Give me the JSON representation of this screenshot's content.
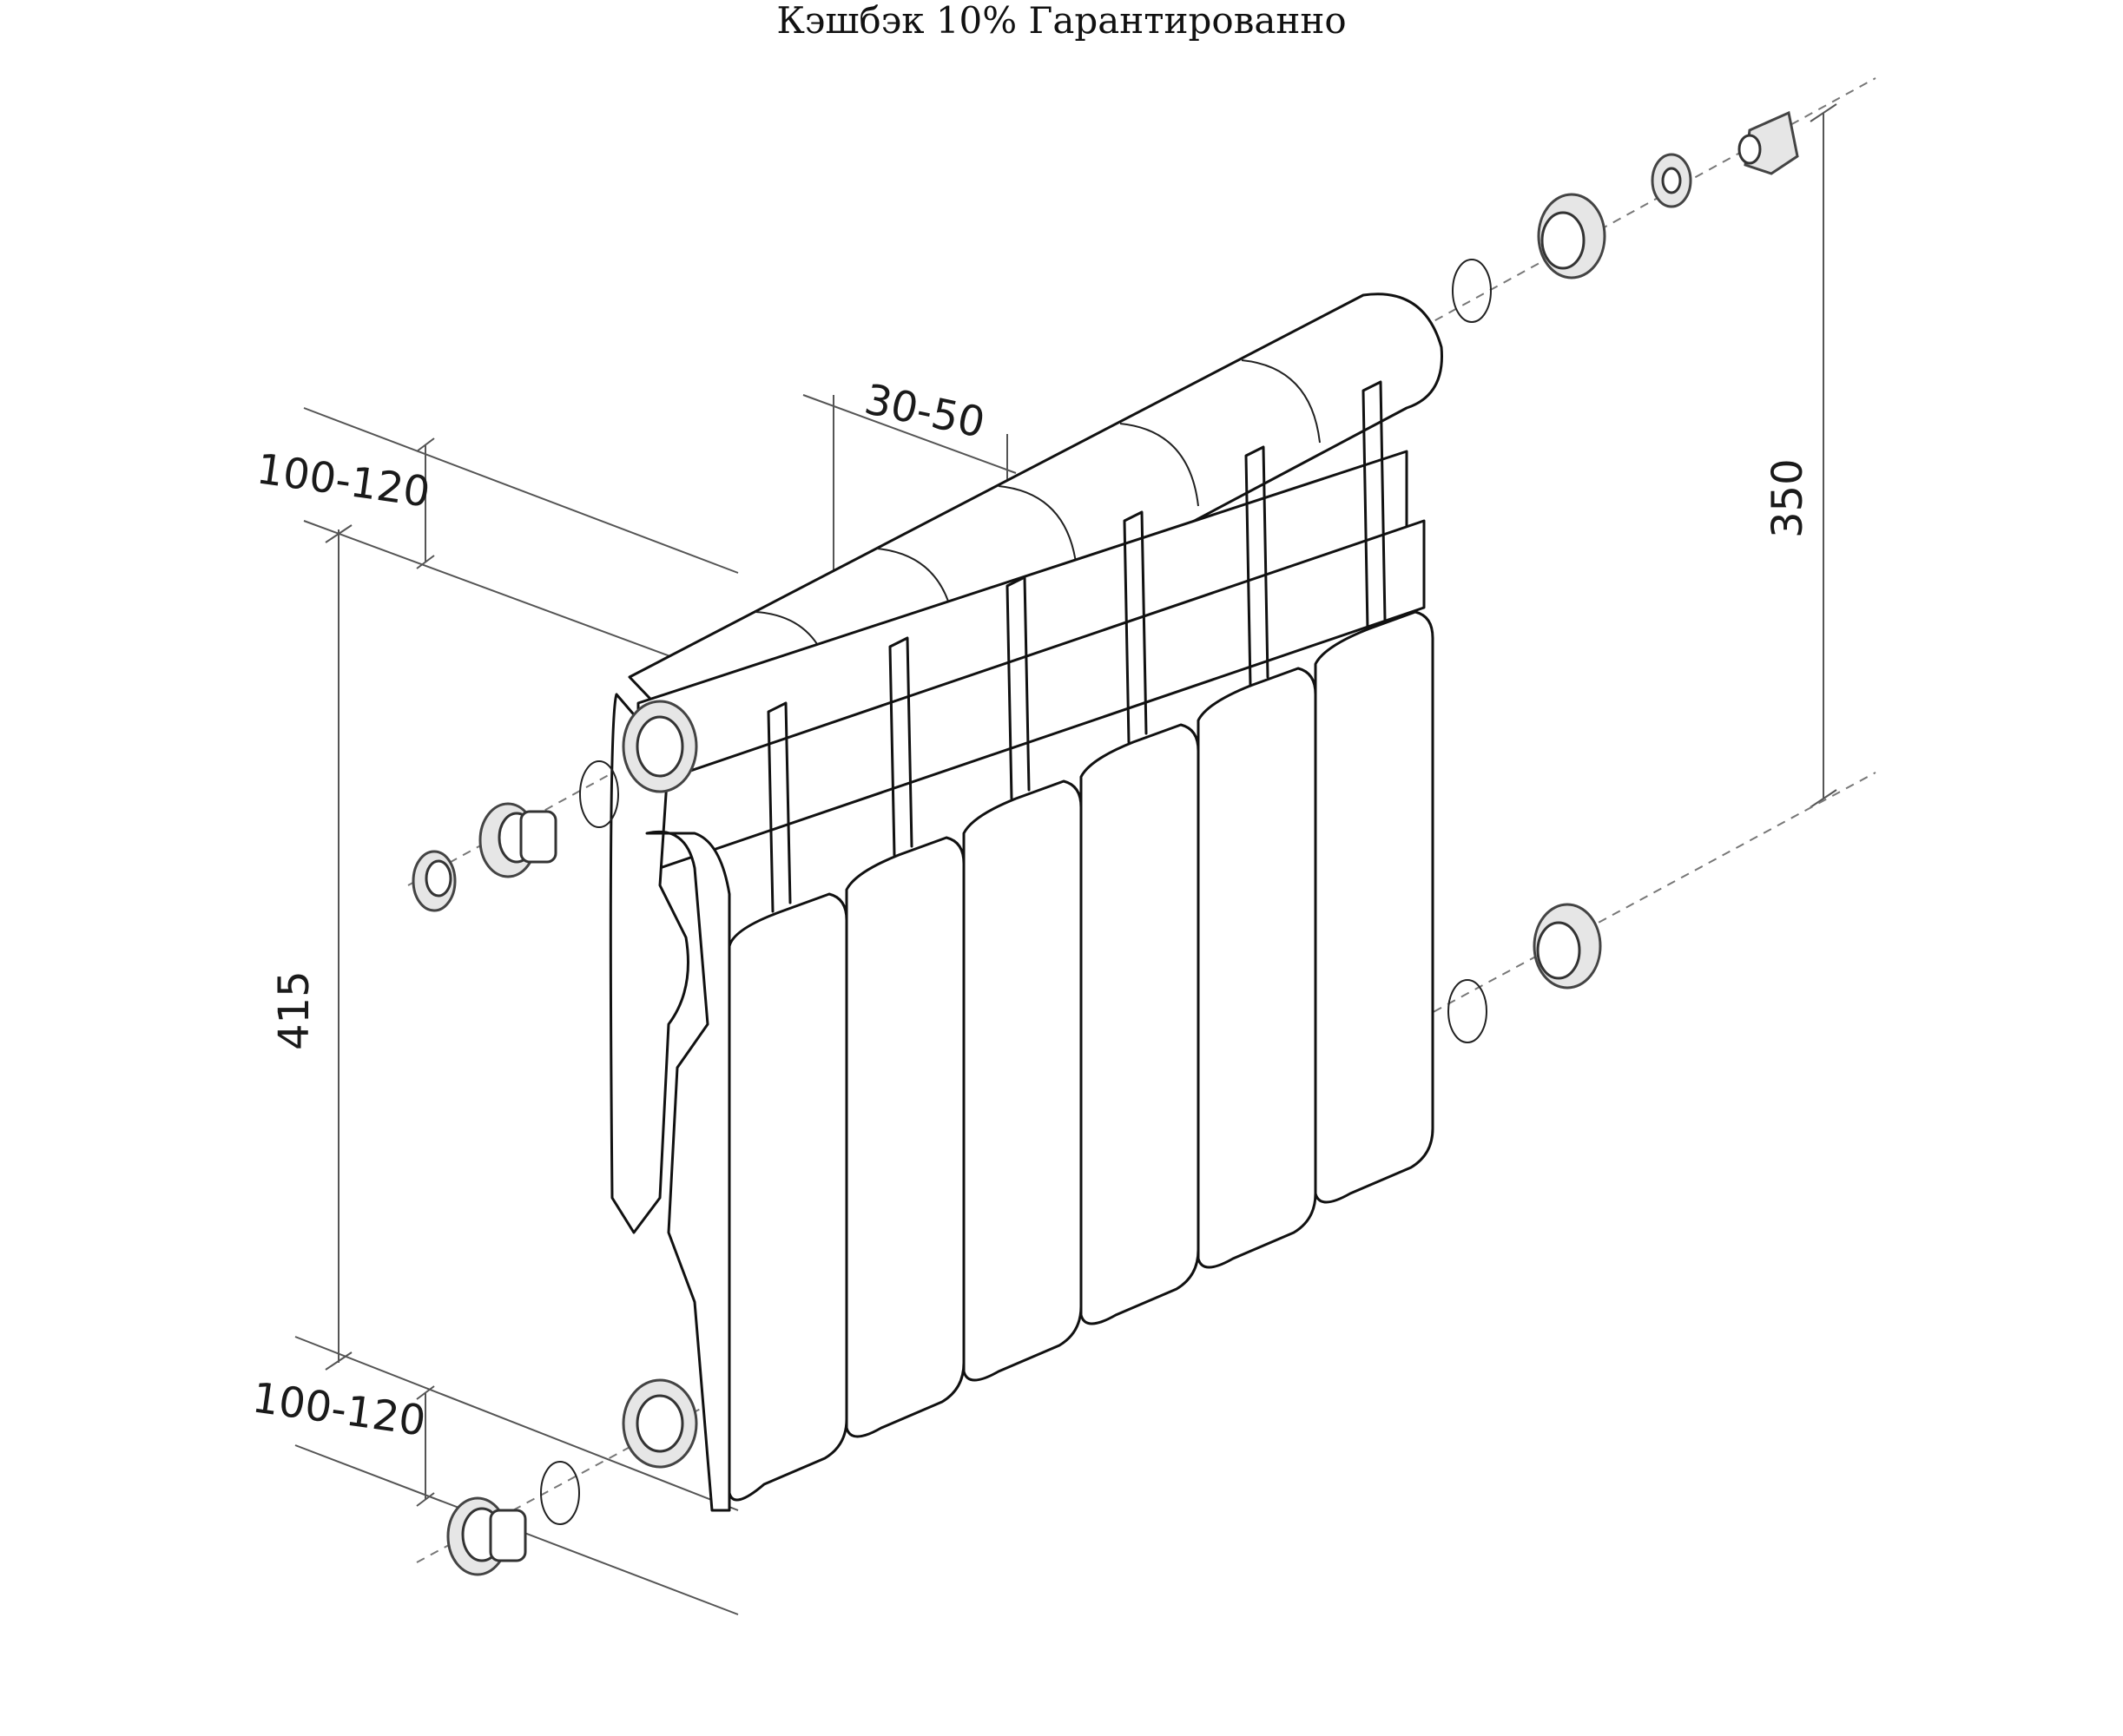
{
  "banner": {
    "text": "Кэшбэк 10% Гарантированно"
  },
  "dimensions": {
    "top_depth": "100-120",
    "section_pitch": "30-50",
    "axis_distance": "350",
    "overall_height": "415",
    "bottom_depth": "100-120"
  },
  "colors": {
    "line": "#111111",
    "dimension": "#555555",
    "background": "#ffffff"
  }
}
